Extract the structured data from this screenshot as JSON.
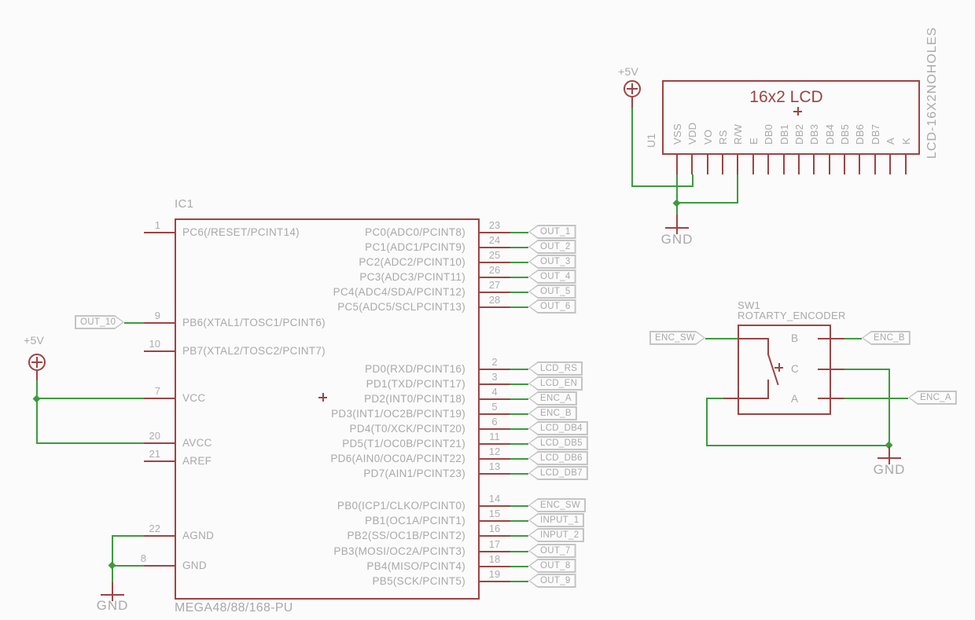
{
  "ic1": {
    "ref": "IC1",
    "part": "MEGA48/88/168-PU",
    "left_pins": [
      {
        "num": "1",
        "label": "PC6(/RESET/PCINT14)"
      },
      {
        "num": "9",
        "label": "PB6(XTAL1/TOSC1/PCINT6)",
        "flag": "OUT_10"
      },
      {
        "num": "10",
        "label": "PB7(XTAL2/TOSC2/PCINT7)"
      },
      {
        "num": "7",
        "label": "VCC"
      },
      {
        "num": "20",
        "label": "AVCC"
      },
      {
        "num": "21",
        "label": "AREF"
      },
      {
        "num": "22",
        "label": "AGND"
      },
      {
        "num": "8",
        "label": "GND"
      }
    ],
    "right_pins": [
      {
        "num": "23",
        "label": "PC0(ADC0/PCINT8)",
        "flag": "OUT_1"
      },
      {
        "num": "24",
        "label": "PC1(ADC1/PCINT9)",
        "flag": "OUT_2"
      },
      {
        "num": "25",
        "label": "PC2(ADC2/PCINT10)",
        "flag": "OUT_3"
      },
      {
        "num": "26",
        "label": "PC3(ADC3/PCINT11)",
        "flag": "OUT_4"
      },
      {
        "num": "27",
        "label": "PC4(ADC4/SDA/PCINT12)",
        "flag": "OUT_5"
      },
      {
        "num": "28",
        "label": "PC5(ADC5/SCLPCINT13)",
        "flag": "OUT_6"
      },
      {
        "num": "2",
        "label": "PD0(RXD/PCINT16)",
        "flag": "LCD_RS"
      },
      {
        "num": "3",
        "label": "PD1(TXD/PCINT17)",
        "flag": "LCD_EN"
      },
      {
        "num": "4",
        "label": "PD2(INT0/PCINT18)",
        "flag": "ENC_A"
      },
      {
        "num": "5",
        "label": "PD3(INT1/OC2B/PCINT19)",
        "flag": "ENC_B"
      },
      {
        "num": "6",
        "label": "PD4(T0/XCK/PCINT20)",
        "flag": "LCD_DB4"
      },
      {
        "num": "11",
        "label": "PD5(T1/OC0B/PCINT21)",
        "flag": "LCD_DB5"
      },
      {
        "num": "12",
        "label": "PD6(AIN0/OC0A/PCINT22)",
        "flag": "LCD_DB6"
      },
      {
        "num": "13",
        "label": "PD7(AIN1/PCINT23)",
        "flag": "LCD_DB7"
      },
      {
        "num": "14",
        "label": "PB0(ICP1/CLKO/PCINT0)",
        "flag": "ENC_SW"
      },
      {
        "num": "15",
        "label": "PB1(OC1A/PCINT1)",
        "flag": "INPUT_1"
      },
      {
        "num": "16",
        "label": "PB2(SS/OC1B/PCINT2)",
        "flag": "INPUT_2"
      },
      {
        "num": "17",
        "label": "PB3(MOSI/OC2A/PCINT3)",
        "flag": "OUT_7"
      },
      {
        "num": "18",
        "label": "PB4(MISO/PCINT4)",
        "flag": "OUT_8"
      },
      {
        "num": "19",
        "label": "PB5(SCK/PCINT5)",
        "flag": "OUT_9"
      }
    ]
  },
  "lcd": {
    "ref": "U1",
    "title": "16x2 LCD",
    "part": "LCD-16X2NOHOLES",
    "pins": [
      "VSS",
      "VDD",
      "VO",
      "RS",
      "R/W",
      "E",
      "DB0",
      "DB1",
      "DB2",
      "DB3",
      "DB4",
      "DB5",
      "DB6",
      "DB7",
      "A",
      "K"
    ]
  },
  "encoder": {
    "ref": "SW1",
    "part": "ROTARTY_ENCODER",
    "pins": {
      "b": "B",
      "c": "C",
      "a": "A"
    },
    "flags": {
      "sw": "ENC_SW",
      "b": "ENC_B",
      "a": "ENC_A"
    }
  },
  "power": {
    "plus5v": "+5V",
    "gnd": "GND"
  },
  "colors": {
    "component": "#9e4343",
    "net": "#3c9b3c",
    "label": "#a9a9a9",
    "flag_border": "#c4c4c4"
  }
}
